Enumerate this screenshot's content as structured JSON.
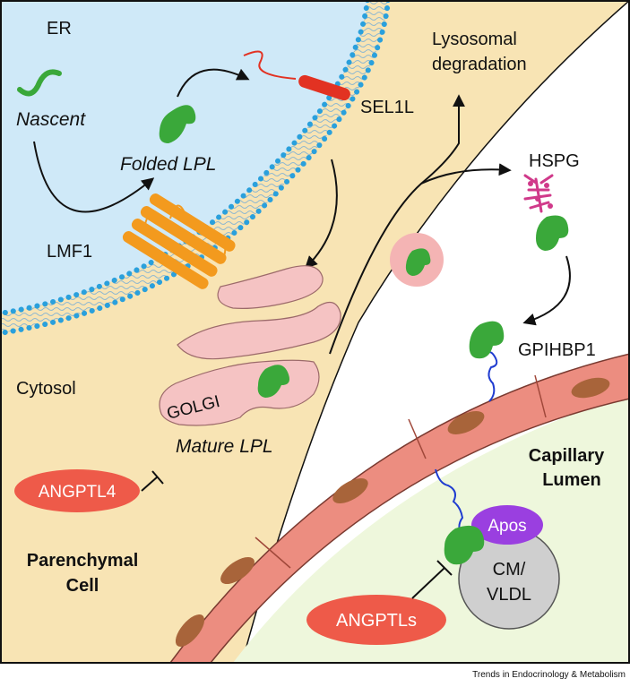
{
  "labels": {
    "er": "ER",
    "nascent": "Nascent",
    "folded_lpl": "Folded LPL",
    "sel1l": "SEL1L",
    "lysosomal_line1": "Lysosomal",
    "lysosomal_line2": "degradation",
    "hspg": "HSPG",
    "lmf1": "LMF1",
    "cytosol": "Cytosol",
    "golgi": "GOLGI",
    "mature_lpl": "Mature LPL",
    "angptl4": "ANGPTL4",
    "gpihbp1": "GPIHBP1",
    "capillary_line1": "Capillary",
    "capillary_line2": "Lumen",
    "parenchymal_line1": "Parenchymal",
    "parenchymal_line2": "Cell",
    "apos": "Apos",
    "cm_line1": "CM/",
    "cm_line2": "VLDL",
    "angptls": "ANGPTLs"
  },
  "footer": {
    "credit": "Trends in Endocrinology & Metabolism"
  },
  "colors": {
    "er_lumen": "#cfe9f8",
    "cytosol": "#f8e4b4",
    "membrane_dots": "#2aa0dc",
    "lpl_green": "#3aa83a",
    "lmf1_orange": "#f39a1e",
    "sel1l_red": "#e23222",
    "golgi_pink": "#f5c3c3",
    "angptl_red": "#ee5a49",
    "apos_purple": "#9a3fe0",
    "endothelium": "#ec8d80",
    "nucleus_brown": "#a8643a",
    "lumen_bg": "#eef7dc",
    "lipoprotein_gray": "#cfcfcf",
    "gpihbp1_blue": "#1f3cd0",
    "hspg_magenta": "#d0398a"
  }
}
